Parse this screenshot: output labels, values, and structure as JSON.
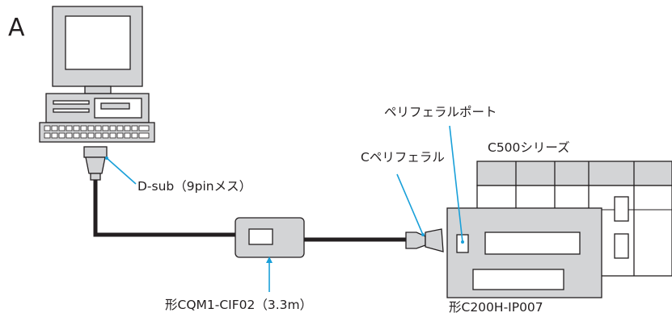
{
  "figure_label": "A",
  "labels": {
    "dsub": "D-sub（9pinメス）",
    "cable_model": "形CQM1-CIF02（3.3m）",
    "c_peripheral": "Cペリフェラル",
    "peripheral_port": "ペリフェラルポート",
    "series": "C500シリーズ",
    "interface_model": "形C200H-IP007"
  },
  "colors": {
    "device_fill": "#d3d4d6",
    "device_stroke": "#231f20",
    "pointer_line": "#1aa0d9",
    "cable": "#231f20"
  }
}
